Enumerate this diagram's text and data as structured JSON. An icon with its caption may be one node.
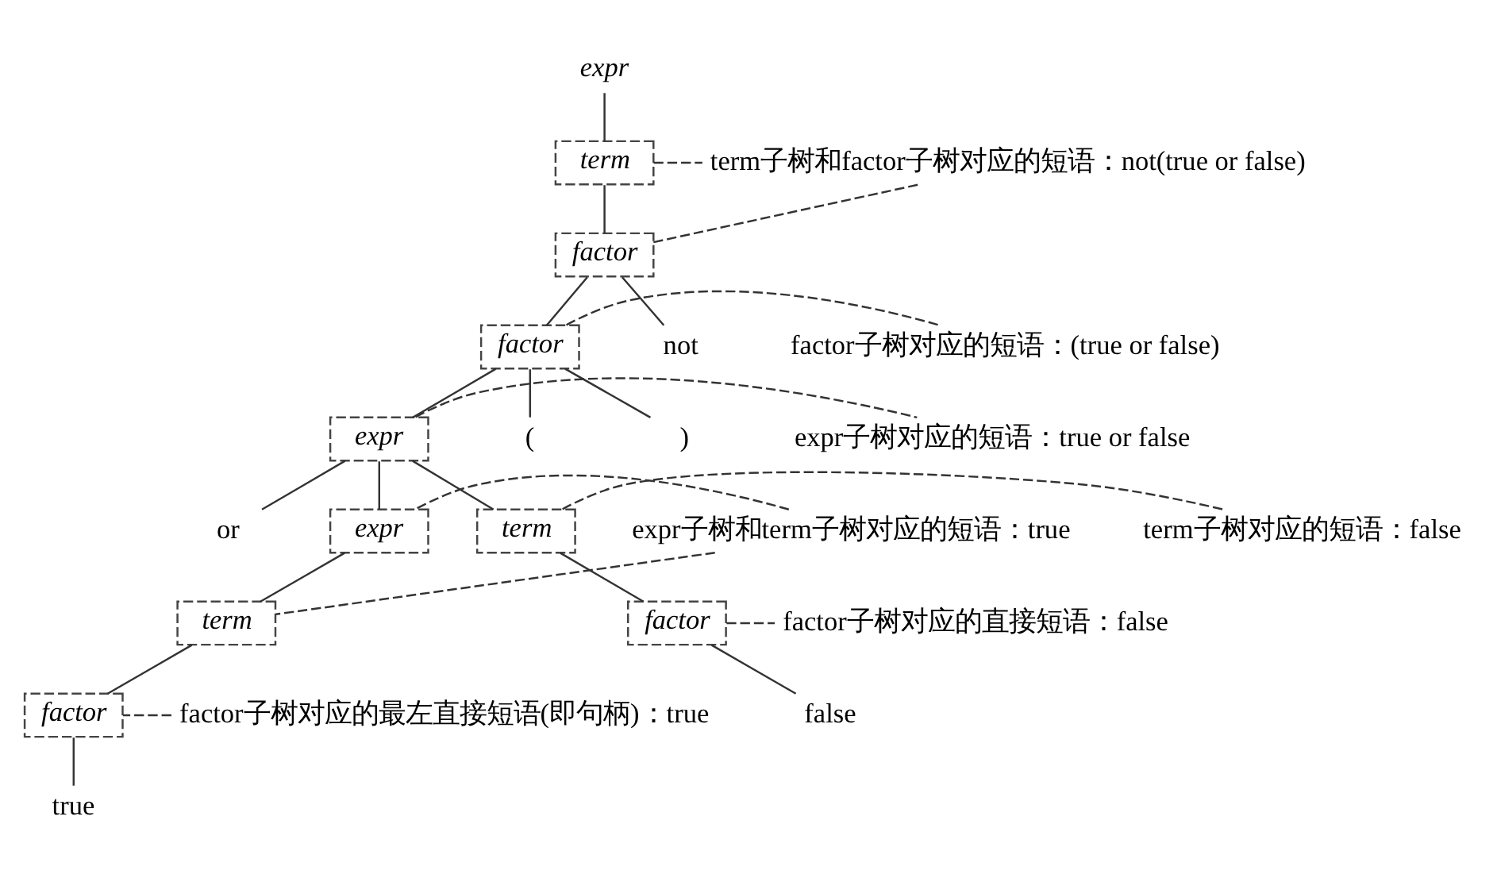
{
  "diagram": {
    "nodes": [
      {
        "text": [
          "expr"
        ]
      },
      {
        "text": [
          "term"
        ]
      },
      {
        "text": [
          "factor"
        ]
      },
      {
        "text": [
          "not"
        ]
      },
      {
        "text": [
          "factor"
        ]
      },
      {
        "text": [
          "("
        ]
      },
      {
        "text": [
          "expr"
        ]
      },
      {
        "text": [
          ")"
        ]
      },
      {
        "text": [
          "expr"
        ]
      },
      {
        "text": [
          "or"
        ]
      },
      {
        "text": [
          "term"
        ]
      },
      {
        "text": [
          "term"
        ]
      },
      {
        "text": [
          "factor"
        ]
      },
      {
        "text": [
          "factor"
        ]
      },
      {
        "text": [
          "false"
        ]
      },
      {
        "text": [
          "true"
        ]
      },
      {
        "text": [
          "term子树和factor子树对应的短语：not(true or false)"
        ]
      },
      {
        "text": [
          "factor子树对应的短语：(true or false)"
        ]
      },
      {
        "text": [
          "expr子树对应的短语：true or false"
        ]
      },
      {
        "text": [
          "term子树对应的短语：false"
        ]
      },
      {
        "text": [
          "factor子树对应的直接短语：false"
        ]
      },
      {
        "text": [
          "expr子树和term子树对应的短语：true"
        ]
      },
      {
        "text": [
          "factor子树对应的最左直接短语(即句柄)：true"
        ]
      }
    ],
    "edges": [
      {
        "from": 0,
        "to": 1,
        "arrow": "none"
      },
      {
        "from": 1,
        "to": 2,
        "arrow": "none"
      },
      {
        "from": 2,
        "to": 3,
        "arrow": "none"
      },
      {
        "from": 2,
        "to": 4,
        "arrow": "none"
      },
      {
        "from": 4,
        "to": 5,
        "arrow": "none"
      },
      {
        "from": 4,
        "to": 6,
        "arrow": "none"
      },
      {
        "from": 4,
        "to": 7,
        "arrow": "none"
      },
      {
        "from": 6,
        "to": 8,
        "arrow": "none"
      },
      {
        "from": 6,
        "to": 9,
        "arrow": "none"
      },
      {
        "from": 6,
        "to": 10,
        "arrow": "none"
      },
      {
        "from": 8,
        "to": 11,
        "arrow": "none"
      },
      {
        "from": 11,
        "to": 13,
        "arrow": "none"
      },
      {
        "from": 13,
        "to": 15,
        "arrow": "none"
      },
      {
        "from": 10,
        "to": 12,
        "arrow": "none"
      },
      {
        "from": 12,
        "to": 14,
        "arrow": "none"
      },
      {
        "from": 16,
        "to": 1,
        "arrow": "none",
        "style": "dashed"
      },
      {
        "from": 16,
        "to": 2,
        "arrow": "none",
        "style": "dashed"
      },
      {
        "from": 17,
        "to": 4,
        "arrow": "none",
        "style": "dashed"
      },
      {
        "from": 18,
        "to": 6,
        "arrow": "none",
        "style": "dashed"
      },
      {
        "from": 19,
        "to": 10,
        "arrow": "none",
        "style": "dashed"
      },
      {
        "from": 20,
        "to": 12,
        "arrow": "none",
        "style": "dashed"
      },
      {
        "from": 21,
        "to": 8,
        "arrow": "none",
        "style": "dashed"
      },
      {
        "from": 21,
        "to": 11,
        "arrow": "none",
        "style": "dashed"
      },
      {
        "from": 22,
        "to": 13,
        "arrow": "none",
        "style": "dashed"
      }
    ]
  }
}
